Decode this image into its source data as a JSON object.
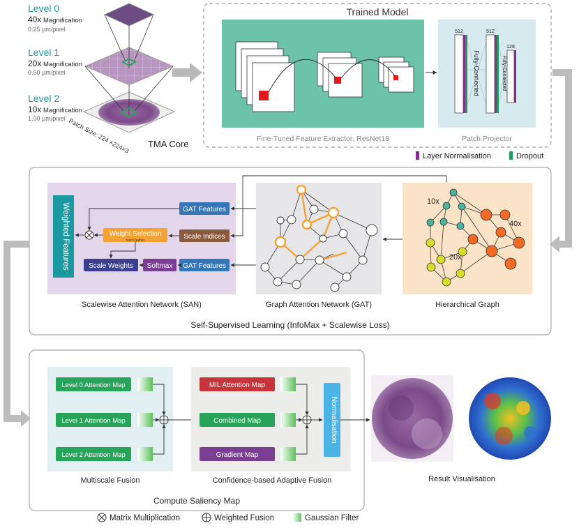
{
  "levels": [
    {
      "label": "Level 0",
      "mag": "40x",
      "mag_word": "Magnification",
      "res": "0.25 µm/pixel"
    },
    {
      "label": "Level 1",
      "mag": "20x",
      "mag_word": "Magnification",
      "res": "0.50 µm/pixel"
    },
    {
      "label": "Level 2",
      "mag": "10x",
      "mag_word": "Magnification",
      "res": "1.00 µm/pixel"
    }
  ],
  "patch_size": "Patch Size: 224 ×224×3",
  "tma_core": "TMA Core",
  "trained_model": {
    "title": "Trained Model",
    "extractor": "Fine-Tuned Feature Extractor: ResNet18",
    "projector": "Patch Projector",
    "fc_label": "Fully-Connected",
    "dims": [
      "512",
      "512",
      "128"
    ]
  },
  "legend_top": {
    "layer_norm": "Layer Normalisation",
    "dropout": "Dropout"
  },
  "ssl": {
    "title": "Self-Supervised Learning (InfoMax + Scalewise Loss)",
    "san": {
      "title": "Scalewise Attention Network (SAN)",
      "weighted_features": "Weighted Features",
      "gat_features_top": "GAT Features",
      "weight_selection": "Weight Selection",
      "torch_gather": "torch.gather",
      "scale_indices": "Scale Indices",
      "scale_weights": "Scale Weights",
      "softmax": "Softmax",
      "gat_features_bottom": "GAT Features"
    },
    "gat_title": "Graph Attention Network (GAT)",
    "hier": {
      "title": "Hierarchical Graph",
      "l10": "10x",
      "l40": "40x",
      "l20": "20x"
    }
  },
  "saliency": {
    "title": "Compute Saliency Map",
    "multiscale": {
      "title": "Multiscale Fusion",
      "maps": [
        "Level 0 Attention Map",
        "Level 1 Attention Map",
        "Level 2 Attention Map"
      ]
    },
    "adaptive": {
      "title": "Confidence-based Adaptive Fusion",
      "mil": "MIL Attention Map",
      "combined": "Combined Map",
      "gradient": "Gradient Map",
      "normalisation": "Normalisation"
    }
  },
  "result": {
    "title": "Result Visualisation"
  },
  "legend_bottom": {
    "matrix_mult": "Matrix Multiplication",
    "weighted_fusion": "Weighted Fusion",
    "gaussian": "Gaussian Filter"
  },
  "colors": {
    "teal": "#1a9aa0",
    "green": "#6cc3a8",
    "lightblue": "#d6eaf0",
    "purple": "#8a2b8f",
    "dgreen": "#1f9e5a",
    "san_bg": "#e3d6ea",
    "gat_bg": "#e6e6e8",
    "hier_bg": "#fbe3c8",
    "box_green": "#27a35a",
    "box_red": "#c8343c",
    "box_purple": "#7a3f93",
    "box_blue": "#3576b8",
    "box_orange": "#f4a233",
    "box_brown": "#8a5a3c",
    "box_navy": "#3a3f8f",
    "norm_blue": "#4ab4e4"
  }
}
